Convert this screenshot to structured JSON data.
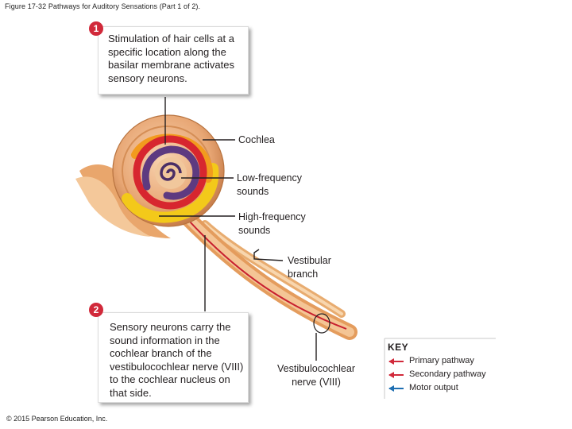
{
  "figure_title": "Figure 17-32 Pathways for Auditory Sensations (Part 1 of 2).",
  "step1": {
    "number": "1",
    "text": "Stimulation of hair cells at a specific location along the basilar membrane activates sensory neurons."
  },
  "step2": {
    "number": "2",
    "text": "Sensory neurons carry the sound information in the cochlear branch of the vestibulocochlear nerve (VIII) to the cochlear nucleus on that side."
  },
  "labels": {
    "cochlea": "Cochlea",
    "low_frequency": "Low-frequency sounds",
    "high_frequency": "High-frequency sounds",
    "vestibular_branch": "Vestibular branch",
    "vestibulocochlear_nerve": "Vestibulocochlear nerve (VIII)"
  },
  "key": {
    "title": "KEY",
    "items": [
      {
        "label": "Primary pathway",
        "color": "#d1293a"
      },
      {
        "label": "Secondary pathway",
        "color": "#d1293a"
      },
      {
        "label": "Motor output",
        "color": "#1f6fb2"
      }
    ]
  },
  "copyright": "© 2015 Pearson Education, Inc."
}
